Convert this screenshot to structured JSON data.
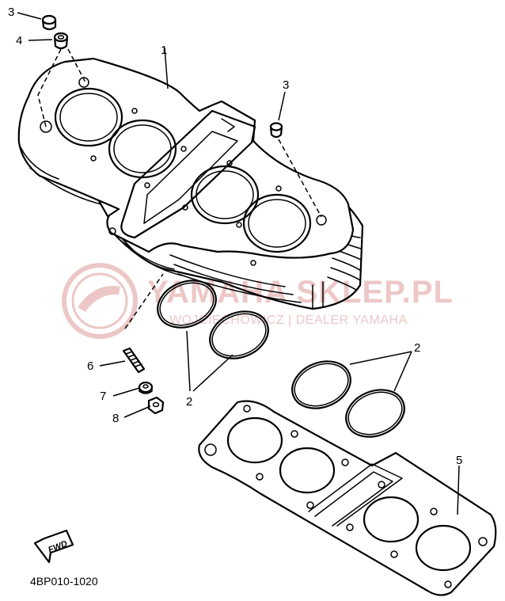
{
  "diagram": {
    "part_code": "4BP010-1020",
    "fwd_label": "FWD",
    "callouts": {
      "c3_top": "3",
      "c4": "4",
      "c1": "1",
      "c3_right": "3",
      "c6": "6",
      "c7": "7",
      "c8": "8",
      "c2_left": "2",
      "c2_right": "2",
      "c5": "5"
    }
  },
  "watermark": {
    "main_text": "YAMAHA SKLEP.PL",
    "sub_text": "WOJCIECHOWICZ | DEALER YAMAHA",
    "color": "#e8b5b5"
  }
}
